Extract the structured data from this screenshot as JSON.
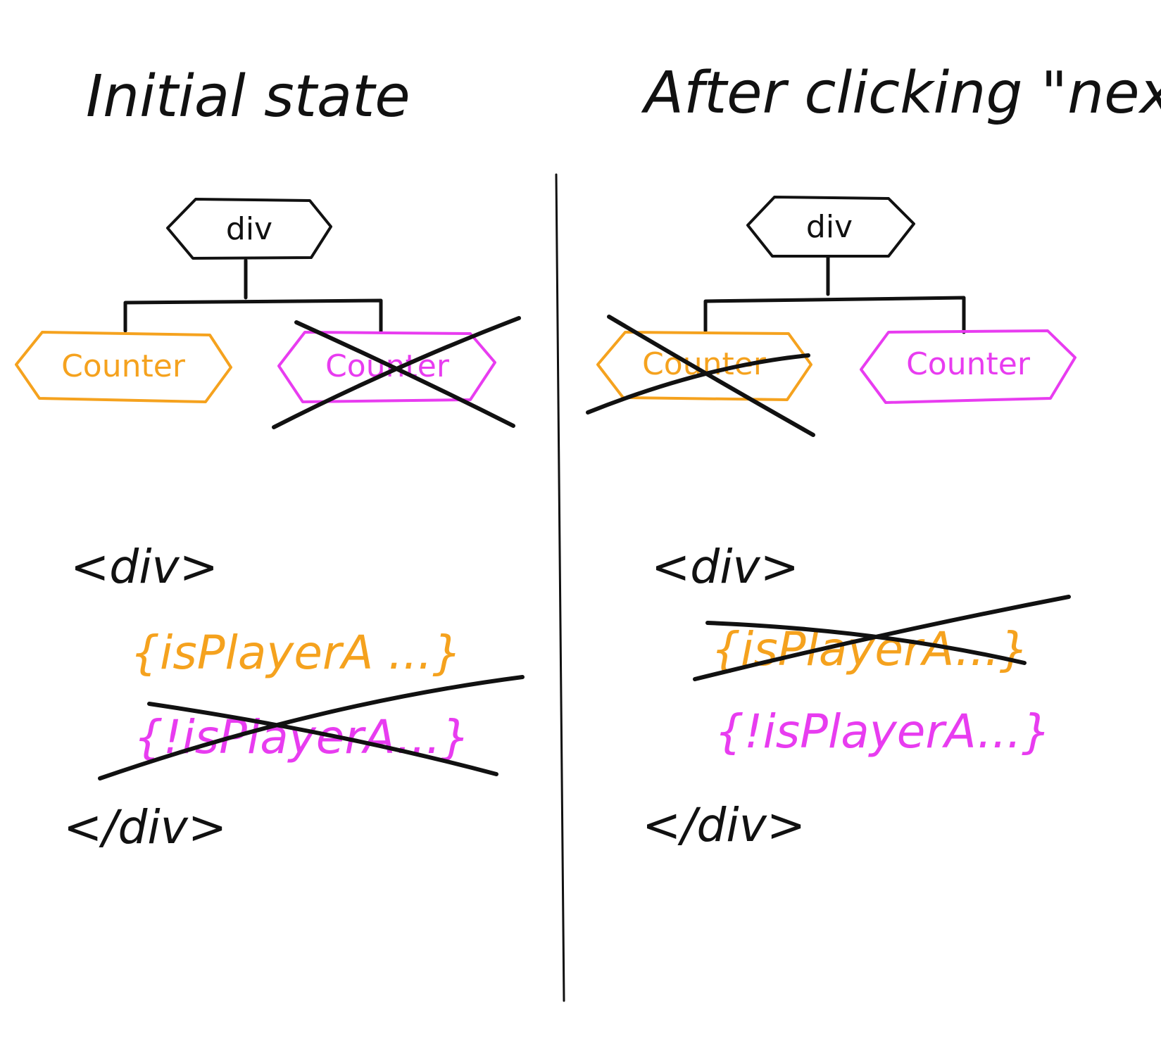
{
  "colors": {
    "ink": "#111111",
    "orange": "#F5A21E",
    "magenta": "#E83CF0"
  },
  "left": {
    "title": "Initial state",
    "root_node": "div",
    "child_a": "Counter",
    "child_b": "Counter",
    "code_open": "<div>",
    "code_a": "{isPlayerA ...}",
    "code_b": "{!isPlayerA...}",
    "code_close": "</div>"
  },
  "right": {
    "title": "After clicking \"next\"",
    "root_node": "div",
    "child_a": "Counter",
    "child_b": "Counter",
    "code_open": "<div>",
    "code_a": "{isPlayerA...}",
    "code_b": "{!isPlayerA...}",
    "code_close": "</div>"
  }
}
